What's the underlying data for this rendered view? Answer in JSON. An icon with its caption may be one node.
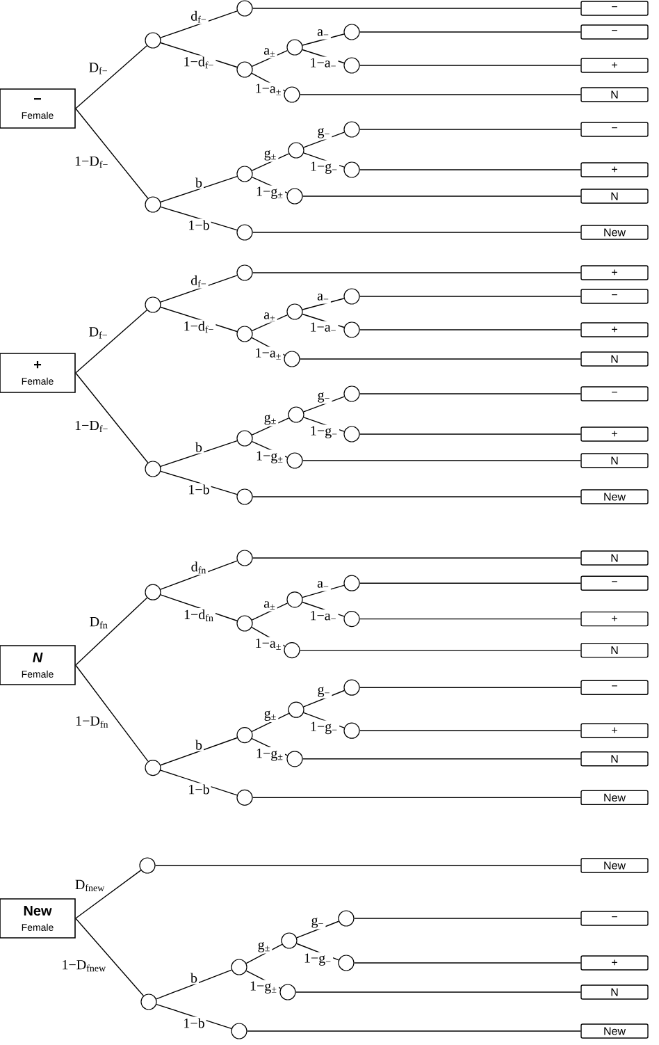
{
  "diagram": {
    "nodes": [
      {
        "text": [
          "−",
          "Female"
        ]
      },
      {
        "text": [],
        "shape": "circle"
      },
      {
        "text": [],
        "shape": "circle"
      },
      {
        "text": [],
        "shape": "circle"
      },
      {
        "text": [],
        "shape": "circle"
      },
      {
        "text": [],
        "shape": "circle"
      },
      {
        "text": [],
        "shape": "circle"
      },
      {
        "text": [],
        "shape": "circle"
      },
      {
        "text": [],
        "shape": "circle"
      },
      {
        "text": [],
        "shape": "circle"
      },
      {
        "text": [],
        "shape": "circle"
      },
      {
        "text": [],
        "shape": "circle"
      },
      {
        "text": [],
        "shape": "circle"
      },
      {
        "text": [],
        "shape": "circle"
      },
      {
        "text": [],
        "shape": "circle"
      },
      {
        "text": [
          "−"
        ]
      },
      {
        "text": [
          "−"
        ]
      },
      {
        "text": [
          "+"
        ]
      },
      {
        "text": [
          "N"
        ]
      },
      {
        "text": [
          "−"
        ]
      },
      {
        "text": [
          "+"
        ]
      },
      {
        "text": [
          "N"
        ]
      },
      {
        "text": [
          "New"
        ]
      },
      {
        "text": [
          "+",
          "Female"
        ]
      },
      {
        "text": [],
        "shape": "circle"
      },
      {
        "text": [],
        "shape": "circle"
      },
      {
        "text": [],
        "shape": "circle"
      },
      {
        "text": [],
        "shape": "circle"
      },
      {
        "text": [],
        "shape": "circle"
      },
      {
        "text": [],
        "shape": "circle"
      },
      {
        "text": [],
        "shape": "circle"
      },
      {
        "text": [],
        "shape": "circle"
      },
      {
        "text": [],
        "shape": "circle"
      },
      {
        "text": [],
        "shape": "circle"
      },
      {
        "text": [],
        "shape": "circle"
      },
      {
        "text": [],
        "shape": "circle"
      },
      {
        "text": [],
        "shape": "circle"
      },
      {
        "text": [],
        "shape": "circle"
      },
      {
        "text": [
          "+"
        ]
      },
      {
        "text": [
          "−"
        ]
      },
      {
        "text": [
          "+"
        ]
      },
      {
        "text": [
          "N"
        ]
      },
      {
        "text": [
          "−"
        ]
      },
      {
        "text": [
          "+"
        ]
      },
      {
        "text": [
          "N"
        ]
      },
      {
        "text": [
          "New"
        ]
      },
      {
        "text": [
          "N",
          "Female"
        ]
      },
      {
        "text": [],
        "shape": "circle"
      },
      {
        "text": [],
        "shape": "circle"
      },
      {
        "text": [],
        "shape": "circle"
      },
      {
        "text": [],
        "shape": "circle"
      },
      {
        "text": [],
        "shape": "circle"
      },
      {
        "text": [],
        "shape": "circle"
      },
      {
        "text": [],
        "shape": "circle"
      },
      {
        "text": [],
        "shape": "circle"
      },
      {
        "text": [],
        "shape": "circle"
      },
      {
        "text": [],
        "shape": "circle"
      },
      {
        "text": [],
        "shape": "circle"
      },
      {
        "text": [],
        "shape": "circle"
      },
      {
        "text": [],
        "shape": "circle"
      },
      {
        "text": [],
        "shape": "circle"
      },
      {
        "text": [
          "N"
        ]
      },
      {
        "text": [
          "−"
        ]
      },
      {
        "text": [
          "+"
        ]
      },
      {
        "text": [
          "N"
        ]
      },
      {
        "text": [
          "−"
        ]
      },
      {
        "text": [
          "+"
        ]
      },
      {
        "text": [
          "N"
        ]
      },
      {
        "text": [
          "New"
        ]
      },
      {
        "text": [
          "New",
          "Female"
        ]
      },
      {
        "text": [],
        "shape": "circle"
      },
      {
        "text": [],
        "shape": "circle"
      },
      {
        "text": [],
        "shape": "circle"
      },
      {
        "text": [],
        "shape": "circle"
      },
      {
        "text": [],
        "shape": "circle"
      },
      {
        "text": [],
        "shape": "circle"
      },
      {
        "text": [],
        "shape": "circle"
      },
      {
        "text": [],
        "shape": "circle"
      },
      {
        "text": [
          "New"
        ]
      },
      {
        "text": [
          "−"
        ]
      },
      {
        "text": [
          "+"
        ]
      },
      {
        "text": [
          "N"
        ]
      },
      {
        "text": [
          "New"
        ]
      }
    ],
    "edges": [
      {
        "from": 0,
        "to": 1,
        "arrow": "none",
        "label": "D$_{f−}$"
      },
      {
        "from": 0,
        "to": 8,
        "arrow": "none",
        "label": "1−D$_{f−}$"
      },
      {
        "from": 1,
        "to": 2,
        "arrow": "none",
        "label": "d$_{f−}$"
      },
      {
        "from": 1,
        "to": 3,
        "arrow": "none",
        "label": "1−d$_{f−}$"
      },
      {
        "from": 3,
        "to": 4,
        "arrow": "none",
        "label": "a$_{±}$"
      },
      {
        "from": 3,
        "to": 7,
        "arrow": "none",
        "label": "1−a$_{±}$"
      },
      {
        "from": 4,
        "to": 5,
        "arrow": "none",
        "label": "a$_{−}$"
      },
      {
        "from": 4,
        "to": 6,
        "arrow": "none",
        "label": "1−a$_{−}$"
      },
      {
        "from": 8,
        "to": 9,
        "arrow": "none",
        "label": "b"
      },
      {
        "from": 8,
        "to": 14,
        "arrow": "none",
        "label": "1−b"
      },
      {
        "from": 9,
        "to": 10,
        "arrow": "none",
        "label": "g$_{±}$"
      },
      {
        "from": 9,
        "to": 13,
        "arrow": "none",
        "label": "1−g$_{±}$"
      },
      {
        "from": 10,
        "to": 11,
        "arrow": "none",
        "label": "g$_{−}$"
      },
      {
        "from": 10,
        "to": 12,
        "arrow": "none",
        "label": "1−g$_{−}$"
      },
      {
        "from": 2,
        "to": 15,
        "arrow": "none"
      },
      {
        "from": 5,
        "to": 16,
        "arrow": "none"
      },
      {
        "from": 6,
        "to": 17,
        "arrow": "none"
      },
      {
        "from": 7,
        "to": 18,
        "arrow": "none"
      },
      {
        "from": 11,
        "to": 19,
        "arrow": "none"
      },
      {
        "from": 12,
        "to": 20,
        "arrow": "none"
      },
      {
        "from": 13,
        "to": 21,
        "arrow": "none"
      },
      {
        "from": 14,
        "to": 22,
        "arrow": "none"
      },
      {
        "from": 23,
        "to": 24,
        "arrow": "none",
        "label": "D$_{f−}$"
      },
      {
        "from": 23,
        "to": 31,
        "arrow": "none",
        "label": "1−D$_{f−}$"
      },
      {
        "from": 24,
        "to": 25,
        "arrow": "none",
        "label": "d$_{f−}$"
      },
      {
        "from": 24,
        "to": 26,
        "arrow": "none",
        "label": "1−d$_{f−}$"
      },
      {
        "from": 26,
        "to": 27,
        "arrow": "none",
        "label": "a$_{±}$"
      },
      {
        "from": 26,
        "to": 30,
        "arrow": "none",
        "label": "1−a$_{±}$"
      },
      {
        "from": 27,
        "to": 28,
        "arrow": "none",
        "label": "a$_{−}$"
      },
      {
        "from": 27,
        "to": 29,
        "arrow": "none",
        "label": "1−a$_{−}$"
      },
      {
        "from": 31,
        "to": 32,
        "arrow": "none",
        "label": "b"
      },
      {
        "from": 31,
        "to": 37,
        "arrow": "none",
        "label": "1−b"
      },
      {
        "from": 32,
        "to": 33,
        "arrow": "none",
        "label": "g$_{±}$"
      },
      {
        "from": 32,
        "to": 36,
        "arrow": "none",
        "label": "1−g$_{±}$"
      },
      {
        "from": 33,
        "to": 34,
        "arrow": "none",
        "label": "g$_{−}$"
      },
      {
        "from": 33,
        "to": 35,
        "arrow": "none",
        "label": "1−g$_{−}$"
      },
      {
        "from": 25,
        "to": 38,
        "arrow": "none"
      },
      {
        "from": 28,
        "to": 39,
        "arrow": "none"
      },
      {
        "from": 29,
        "to": 40,
        "arrow": "none"
      },
      {
        "from": 30,
        "to": 41,
        "arrow": "none"
      },
      {
        "from": 34,
        "to": 42,
        "arrow": "none"
      },
      {
        "from": 35,
        "to": 43,
        "arrow": "none"
      },
      {
        "from": 36,
        "to": 44,
        "arrow": "none"
      },
      {
        "from": 37,
        "to": 45,
        "arrow": "none"
      },
      {
        "from": 46,
        "to": 47,
        "arrow": "none",
        "label": "D$_{fn}$"
      },
      {
        "from": 46,
        "to": 54,
        "arrow": "none",
        "label": "1−D$_{fn}$"
      },
      {
        "from": 47,
        "to": 48,
        "arrow": "none",
        "label": "d$_{fn}$"
      },
      {
        "from": 47,
        "to": 49,
        "arrow": "none",
        "label": "1−d$_{fn}$"
      },
      {
        "from": 49,
        "to": 50,
        "arrow": "none",
        "label": "a$_{±}$"
      },
      {
        "from": 49,
        "to": 53,
        "arrow": "none",
        "label": "1−a$_{±}$"
      },
      {
        "from": 50,
        "to": 51,
        "arrow": "none",
        "label": "a$_{−}$"
      },
      {
        "from": 50,
        "to": 52,
        "arrow": "none",
        "label": "1−a$_{−}$"
      },
      {
        "from": 54,
        "to": 55,
        "arrow": "none",
        "label": "b"
      },
      {
        "from": 54,
        "to": 60,
        "arrow": "none",
        "label": "1−b"
      },
      {
        "from": 55,
        "to": 56,
        "arrow": "none",
        "label": "g$_{±}$"
      },
      {
        "from": 55,
        "to": 59,
        "arrow": "none",
        "label": "1−g$_{±}$"
      },
      {
        "from": 56,
        "to": 57,
        "arrow": "none",
        "label": "g$_{−}$"
      },
      {
        "from": 56,
        "to": 58,
        "arrow": "none",
        "label": "1−g$_{−}$"
      },
      {
        "from": 48,
        "to": 61,
        "arrow": "none"
      },
      {
        "from": 51,
        "to": 62,
        "arrow": "none"
      },
      {
        "from": 52,
        "to": 63,
        "arrow": "none"
      },
      {
        "from": 53,
        "to": 64,
        "arrow": "none"
      },
      {
        "from": 57,
        "to": 65,
        "arrow": "none"
      },
      {
        "from": 58,
        "to": 66,
        "arrow": "none"
      },
      {
        "from": 59,
        "to": 67,
        "arrow": "none"
      },
      {
        "from": 60,
        "to": 68,
        "arrow": "none"
      },
      {
        "from": 69,
        "to": 70,
        "arrow": "none",
        "label": "D$_{fnew}$"
      },
      {
        "from": 69,
        "to": 71,
        "arrow": "none",
        "label": "1−D$_{fnew}$"
      },
      {
        "from": 71,
        "to": 72,
        "arrow": "none",
        "label": "b"
      },
      {
        "from": 71,
        "to": 77,
        "arrow": "none",
        "label": "1−b"
      },
      {
        "from": 72,
        "to": 73,
        "arrow": "none",
        "label": "g$_{±}$"
      },
      {
        "from": 72,
        "to": 76,
        "arrow": "none",
        "label": "1−g$_{±}$"
      },
      {
        "from": 73,
        "to": 74,
        "arrow": "none",
        "label": "g$_{−}$"
      },
      {
        "from": 73,
        "to": 75,
        "arrow": "none",
        "label": "1−g$_{−}$"
      },
      {
        "from": 70,
        "to": 78,
        "arrow": "none"
      },
      {
        "from": 74,
        "to": 79,
        "arrow": "none"
      },
      {
        "from": 75,
        "to": 80,
        "arrow": "none"
      },
      {
        "from": 76,
        "to": 81,
        "arrow": "none"
      },
      {
        "from": 77,
        "to": 82,
        "arrow": "none"
      }
    ]
  }
}
